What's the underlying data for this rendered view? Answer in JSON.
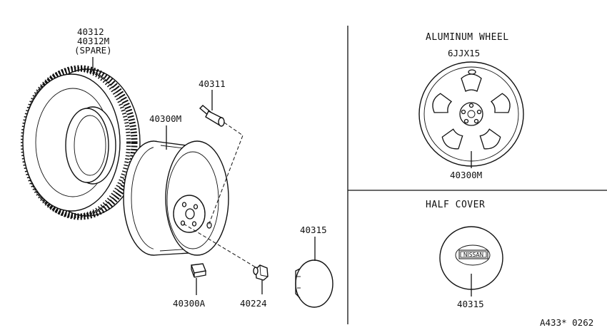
{
  "parts": {
    "tire_line1": "40312",
    "tire_line2": "40312M",
    "tire_line3": "(SPARE)",
    "valve": "40311",
    "wheel": "40300M",
    "weight": "40300A",
    "nut": "40224",
    "cap": "40315"
  },
  "aluminum_panel": {
    "title": "ALUMINUM WHEEL",
    "size": "6JJX15",
    "part": "40300M"
  },
  "half_cover_panel": {
    "title": "HALF COVER",
    "emblem": "NISSAN",
    "part": "40315"
  },
  "footer": {
    "code": "A433* 0262"
  }
}
